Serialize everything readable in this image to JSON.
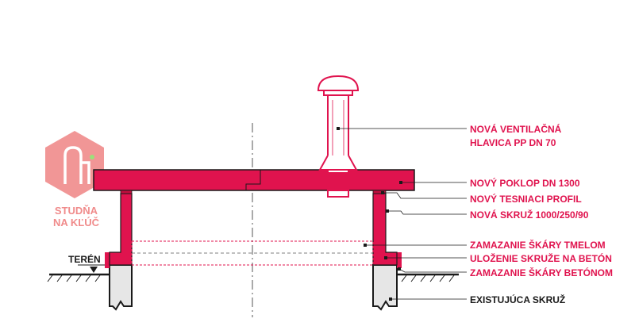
{
  "logo": {
    "line1": "STUDŇA",
    "line2": "NA KĽÚČ"
  },
  "labels": {
    "ventilation_line1": "NOVÁ VENTILAČNÁ",
    "ventilation_line2": "HLAVICA PP DN 70",
    "cover": "NOVÝ POKLOP DN 1300",
    "seal": "NOVÝ TESNIACI PROFIL",
    "ring": "NOVÁ SKRUŽ 1000/250/90",
    "joint_sealant": "ZAMAZANIE ŠKÁRY TMELOM",
    "ring_on_concrete": "ULOŽENIE SKRUŽE NA BETÓN",
    "joint_concrete": "ZAMAZANIE ŠKÁRY BETÓNOM",
    "existing_ring": "EXISTUJÚCA SKRUŽ",
    "terrain": "TERÉN"
  },
  "colors": {
    "accent": "#e0134e",
    "concrete": "#e6e6e6",
    "outline": "#1a1a1a",
    "logo": "#f08b8b"
  }
}
